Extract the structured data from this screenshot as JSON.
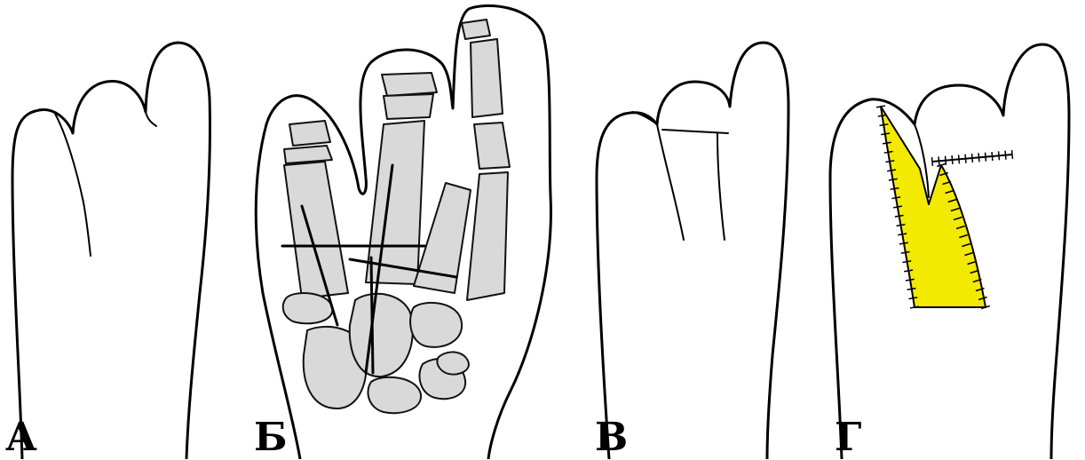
{
  "panels": [
    {
      "id": "a",
      "label": "А"
    },
    {
      "id": "b",
      "label": "Б"
    },
    {
      "id": "c",
      "label": "В"
    },
    {
      "id": "d",
      "label": "Г"
    }
  ],
  "colors": {
    "line": "#000000",
    "bone_fill": "#d9d9d9",
    "graft_fill": "#f2ea00",
    "background": "#ffffff"
  }
}
